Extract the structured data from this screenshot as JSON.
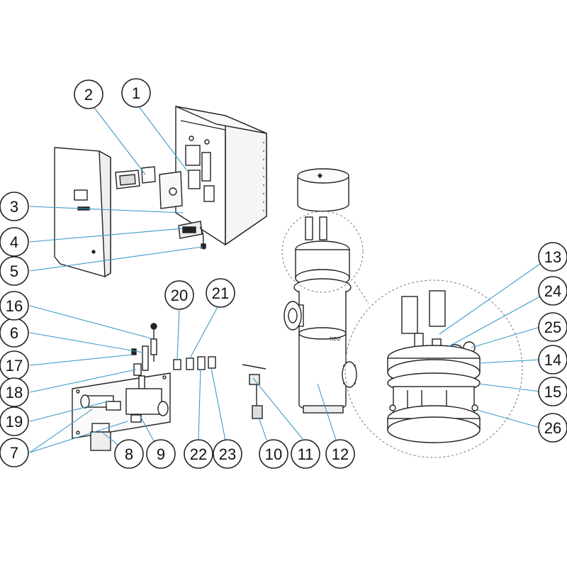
{
  "diagram": {
    "brand_mark": "neo",
    "callouts": [
      {
        "id": "c1",
        "label": "1"
      },
      {
        "id": "c2",
        "label": "2"
      },
      {
        "id": "c3",
        "label": "3"
      },
      {
        "id": "c4",
        "label": "4"
      },
      {
        "id": "c5",
        "label": "5"
      },
      {
        "id": "c6",
        "label": "6"
      },
      {
        "id": "c7",
        "label": "7"
      },
      {
        "id": "c8",
        "label": "8"
      },
      {
        "id": "c9",
        "label": "9"
      },
      {
        "id": "c10",
        "label": "10"
      },
      {
        "id": "c11",
        "label": "11"
      },
      {
        "id": "c12",
        "label": "12"
      },
      {
        "id": "c13",
        "label": "13"
      },
      {
        "id": "c14",
        "label": "14"
      },
      {
        "id": "c15",
        "label": "15"
      },
      {
        "id": "c16",
        "label": "16"
      },
      {
        "id": "c17",
        "label": "17"
      },
      {
        "id": "c18",
        "label": "18"
      },
      {
        "id": "c19",
        "label": "19"
      },
      {
        "id": "c20",
        "label": "20"
      },
      {
        "id": "c21",
        "label": "21"
      },
      {
        "id": "c22",
        "label": "22"
      },
      {
        "id": "c23",
        "label": "23"
      },
      {
        "id": "c24",
        "label": "24"
      },
      {
        "id": "c25",
        "label": "25"
      },
      {
        "id": "c26",
        "label": "26"
      }
    ]
  }
}
